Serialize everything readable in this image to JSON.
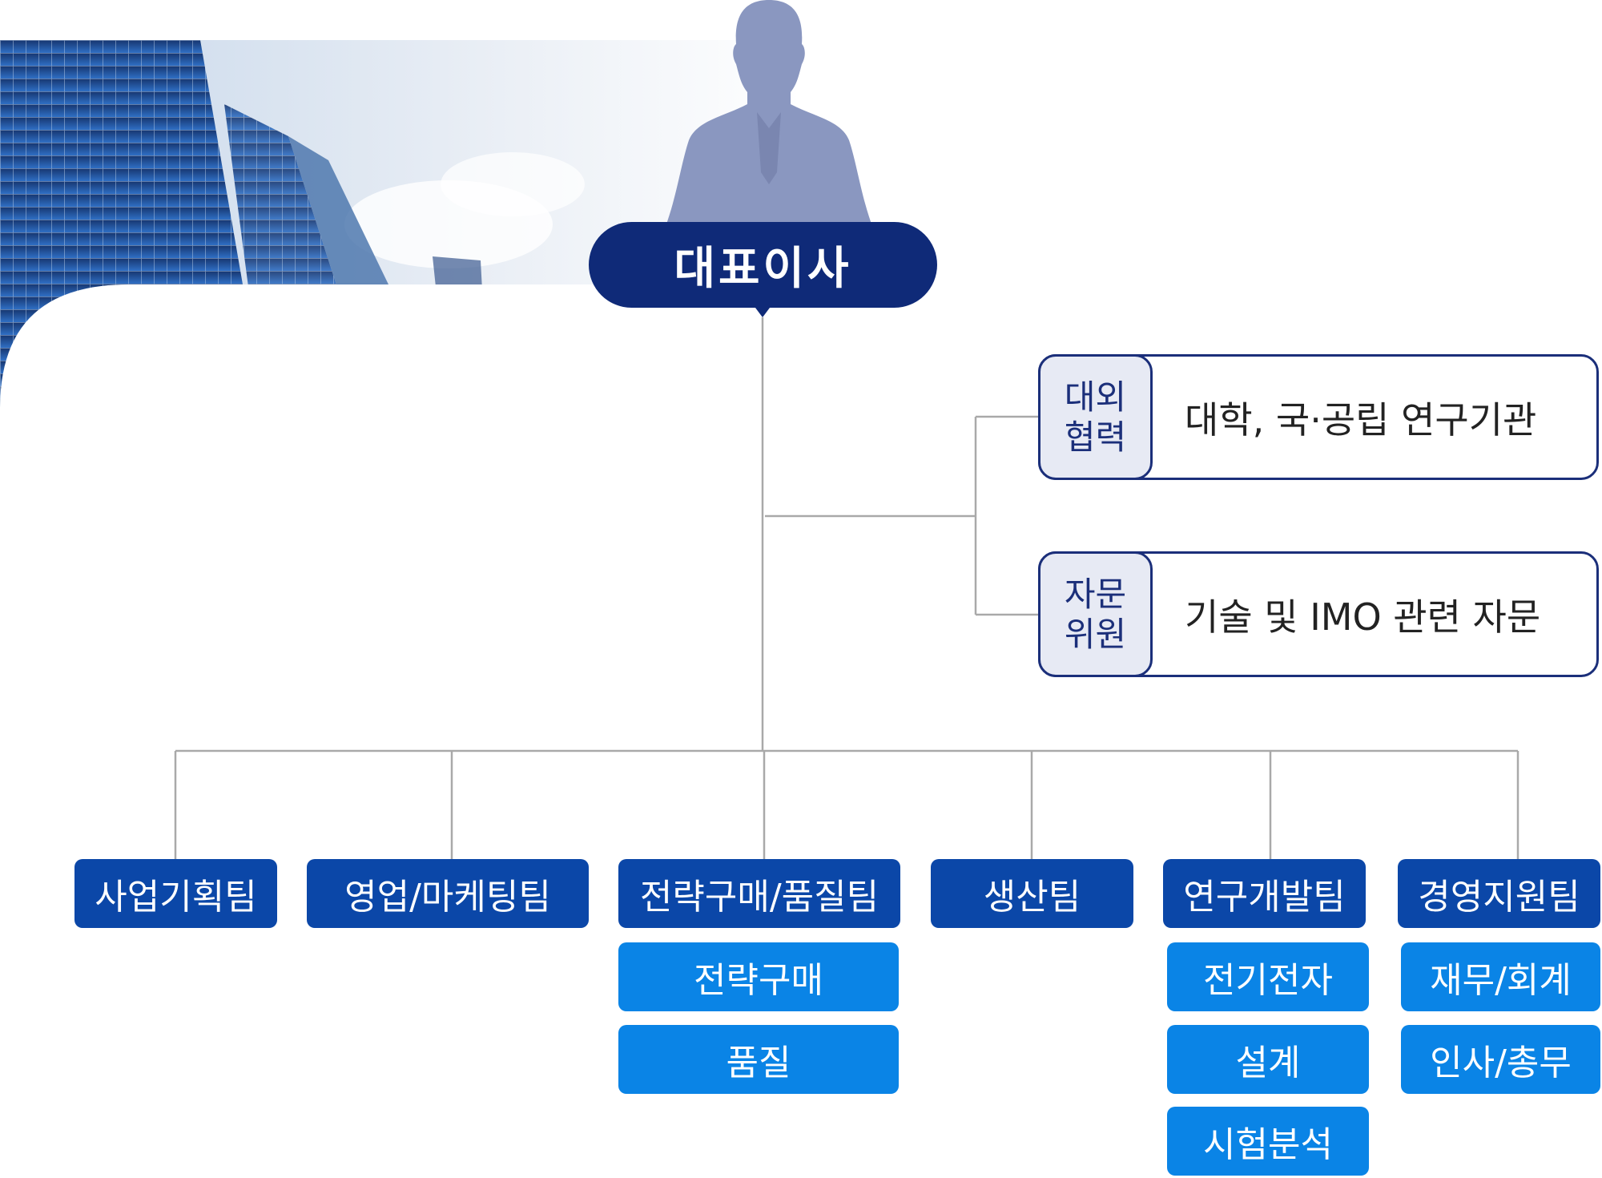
{
  "ceo": {
    "label": "대표이사"
  },
  "advisory": [
    {
      "tag_line1": "대외",
      "tag_line2": "협력",
      "text": "대학, 국·공립 연구기관"
    },
    {
      "tag_line1": "자문",
      "tag_line2": "위원",
      "text": "기술 및 IMO 관련 자문"
    }
  ],
  "teams": [
    {
      "name": "사업기획팀",
      "subs": []
    },
    {
      "name": "영업/마케팅팀",
      "subs": []
    },
    {
      "name": "전략구매/품질팀",
      "subs": [
        "전략구매",
        "품질"
      ]
    },
    {
      "name": "생산팀",
      "subs": []
    },
    {
      "name": "연구개발팀",
      "subs": [
        "전기전자",
        "설계",
        "시험분석"
      ]
    },
    {
      "name": "경영지원팀",
      "subs": [
        "재무/회계",
        "인사/총무"
      ]
    }
  ],
  "colors": {
    "ceo": "#0f2a78",
    "team": "#0b47a8",
    "sub": "#0a84e6",
    "advisory_border": "#1b2f7a",
    "advisory_tag_bg": "#e7eaf4",
    "line": "#a9a9a9",
    "silhouette": "#8a97c0"
  }
}
